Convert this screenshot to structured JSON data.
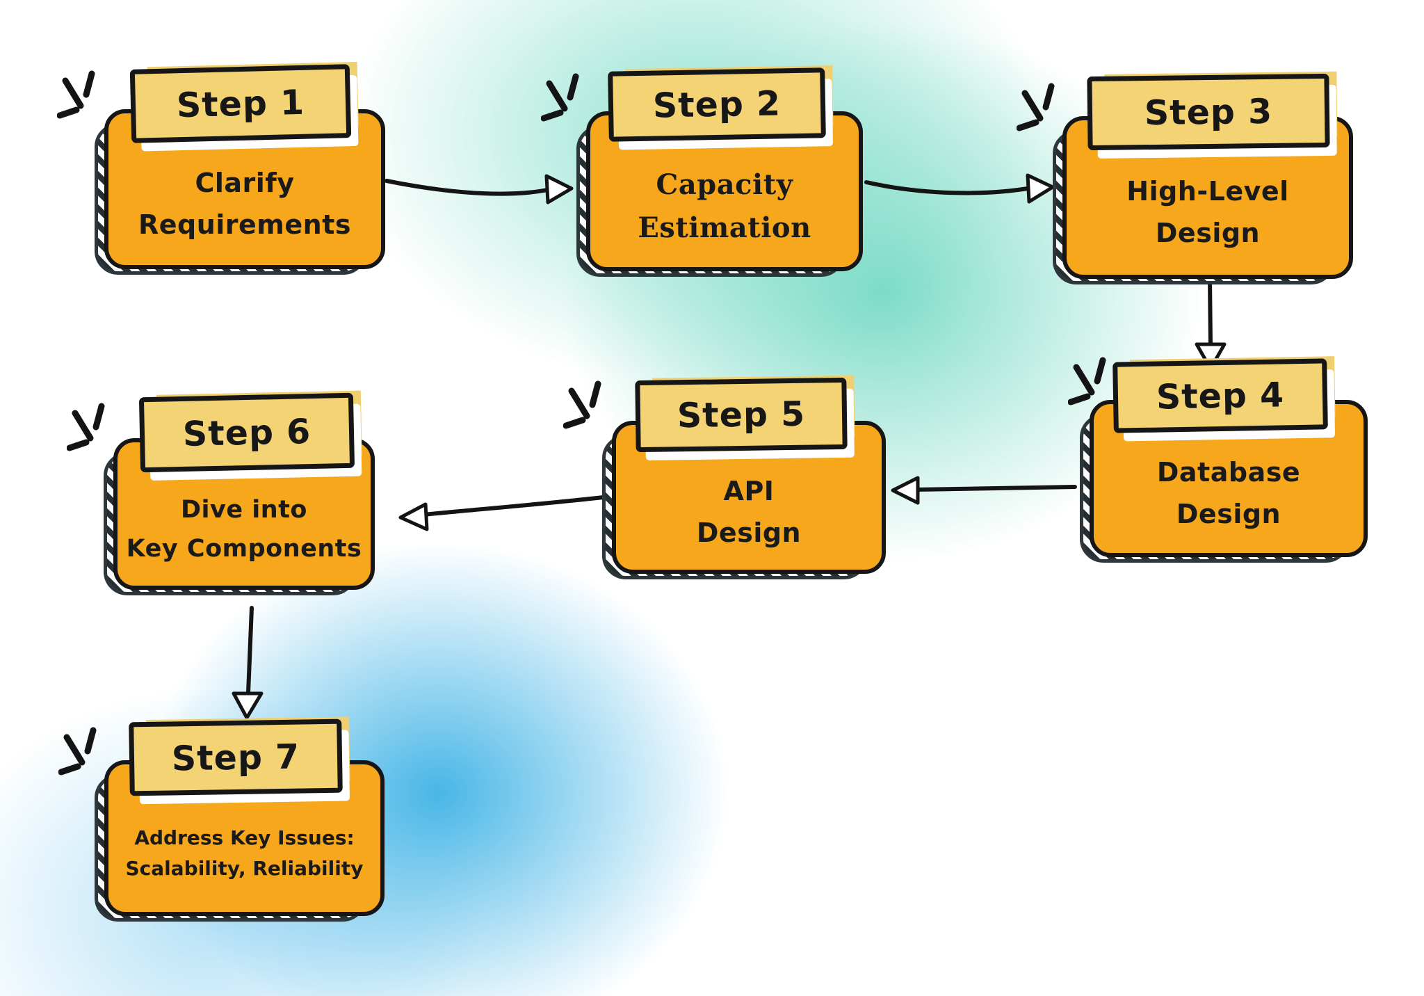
{
  "diagram": {
    "type": "flowchart",
    "subject": "system design steps",
    "steps": [
      {
        "label": "Step 1",
        "line1": "Clarify",
        "line2": "Requirements"
      },
      {
        "label": "Step 2",
        "line1": "Capacity",
        "line2": "Estimation"
      },
      {
        "label": "Step 3",
        "line1": "High-Level",
        "line2": "Design"
      },
      {
        "label": "Step 4",
        "line1": "Database",
        "line2": "Design"
      },
      {
        "label": "Step 5",
        "line1": "API",
        "line2": "Design"
      },
      {
        "label": "Step 6",
        "line1": "Dive into",
        "line2": "Key Components"
      },
      {
        "label": "Step 7",
        "line1": "Address Key Issues:",
        "line2": "Scalability, Reliability"
      }
    ],
    "connections": [
      {
        "from": "Step 1",
        "to": "Step 2",
        "direction": "right"
      },
      {
        "from": "Step 2",
        "to": "Step 3",
        "direction": "right"
      },
      {
        "from": "Step 3",
        "to": "Step 4",
        "direction": "down"
      },
      {
        "from": "Step 4",
        "to": "Step 5",
        "direction": "left"
      },
      {
        "from": "Step 5",
        "to": "Step 6",
        "direction": "left"
      },
      {
        "from": "Step 6",
        "to": "Step 7",
        "direction": "down"
      }
    ],
    "colors": {
      "card_fill": "#F7A71C",
      "tab_fill": "#F3D373",
      "outline": "#161616",
      "text": "#1A1A1A",
      "background_teal": "#7BDBC7",
      "background_blue": "#42B4E5",
      "arrowhead_fill": "#FFFFFF",
      "shadow_hatch": "#242E33",
      "tab_echo": "#FFFFFF"
    }
  }
}
